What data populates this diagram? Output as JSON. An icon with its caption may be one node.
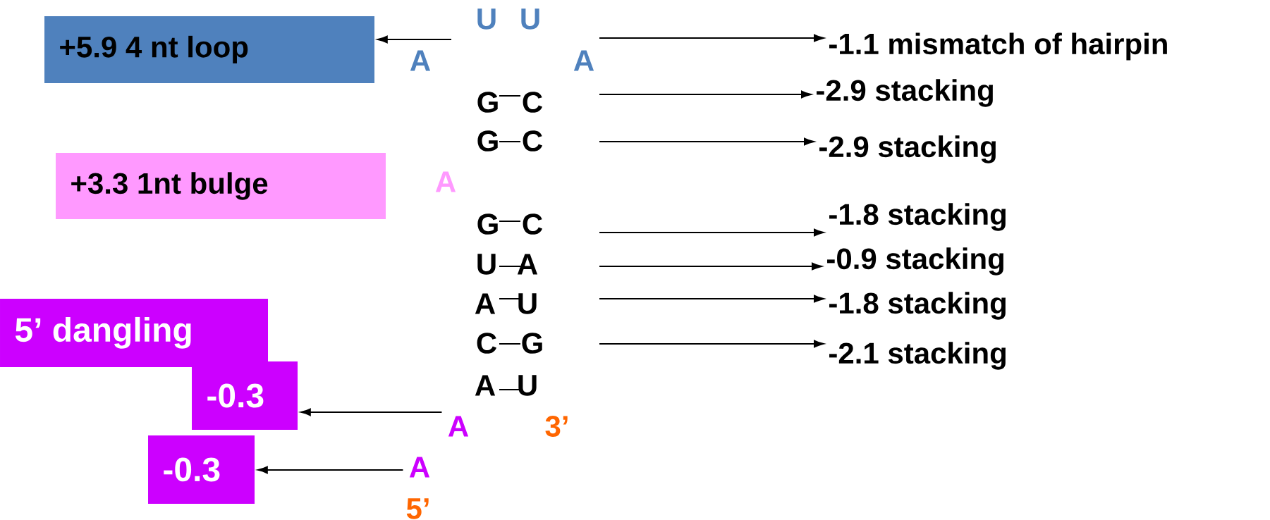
{
  "diagram": {
    "nodes": [
      {
        "text": [
          "+5.9 4 nt loop"
        ]
      },
      {
        "text": [
          "+3.3 1nt bulge"
        ]
      },
      {
        "text": [
          "5’ dangling"
        ]
      },
      {
        "text": [
          "-0.3"
        ]
      },
      {
        "text": [
          "-0.3"
        ]
      },
      {
        "text": [
          "-1.1 mismatch of hairpin"
        ]
      },
      {
        "text": [
          "-2.9 stacking"
        ]
      },
      {
        "text": [
          "-2.9 stacking"
        ]
      },
      {
        "text": [
          "-1.8 stacking"
        ]
      },
      {
        "text": [
          "-0.9 stacking"
        ]
      },
      {
        "text": [
          "-1.8 stacking"
        ]
      },
      {
        "text": [
          "-2.1 stacking"
        ]
      },
      {
        "text": [
          "A"
        ]
      },
      {
        "text": [
          "A"
        ]
      }
    ],
    "edges": [
      {
        "from": null,
        "to": 0,
        "arrow": "to"
      },
      {
        "from": null,
        "to": 5,
        "arrow": "to"
      },
      {
        "from": null,
        "to": 6,
        "arrow": "to"
      },
      {
        "from": null,
        "to": 7,
        "arrow": "to"
      },
      {
        "from": null,
        "to": 8,
        "arrow": "to"
      },
      {
        "from": null,
        "to": 9,
        "arrow": "to"
      },
      {
        "from": null,
        "to": 10,
        "arrow": "to"
      },
      {
        "from": null,
        "to": 11,
        "arrow": "to"
      },
      {
        "from": 12,
        "to": 3,
        "arrow": "to"
      },
      {
        "from": 13,
        "to": 4,
        "arrow": "to"
      }
    ],
    "labels": [
      "U",
      "U",
      "A",
      "A",
      "G",
      "C",
      "G",
      "C",
      "A",
      "G",
      "C",
      "U",
      "A",
      "A",
      "U",
      "C",
      "G",
      "A",
      "U",
      "3’",
      "5’"
    ]
  }
}
